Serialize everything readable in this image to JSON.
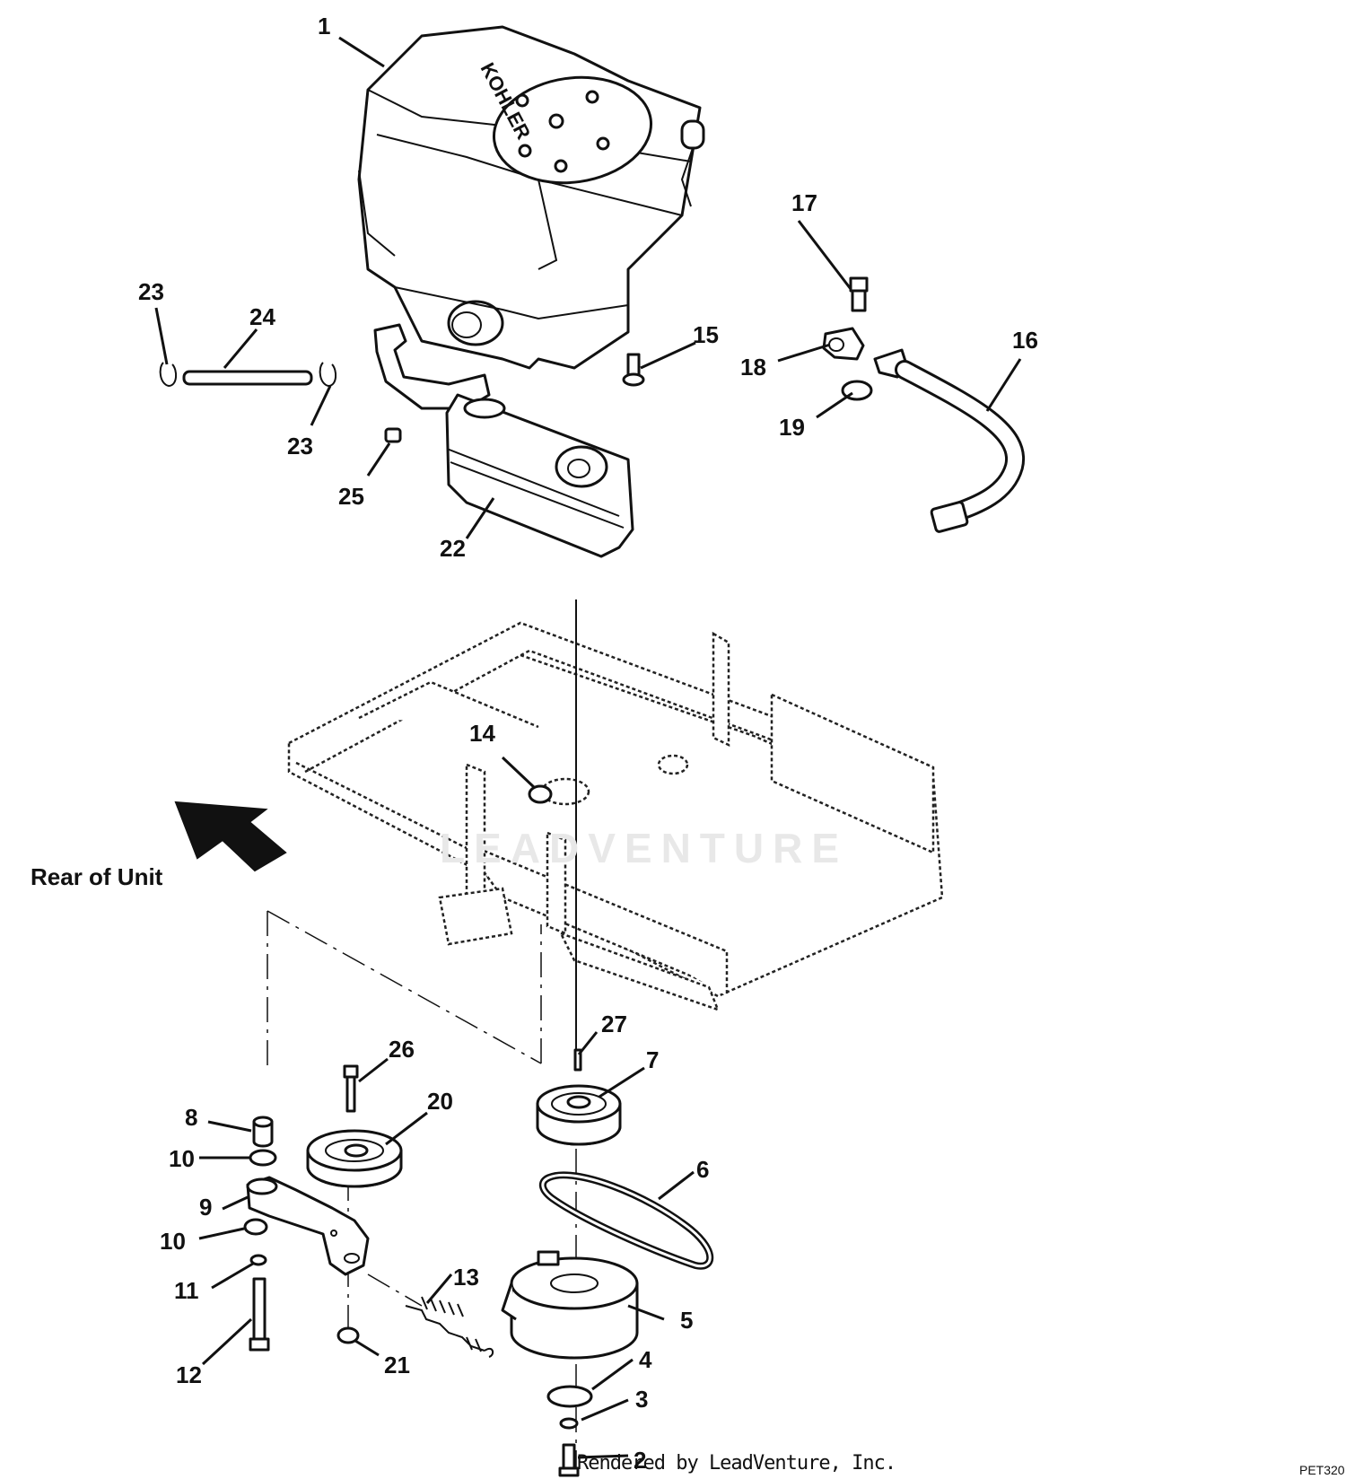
{
  "diagram": {
    "orientation_label": "Rear of Unit",
    "engine_brand": "KOHLER",
    "footer_credit": "Rendered by LeadVenture, Inc.",
    "watermark": "LEADVENTURE",
    "page_code": "PET320",
    "callouts": [
      "1",
      "2",
      "3",
      "4",
      "5",
      "6",
      "7",
      "8",
      "9",
      "10",
      "10",
      "11",
      "12",
      "13",
      "14",
      "15",
      "16",
      "17",
      "18",
      "19",
      "20",
      "21",
      "22",
      "23",
      "23",
      "24",
      "25",
      "26",
      "27"
    ]
  }
}
